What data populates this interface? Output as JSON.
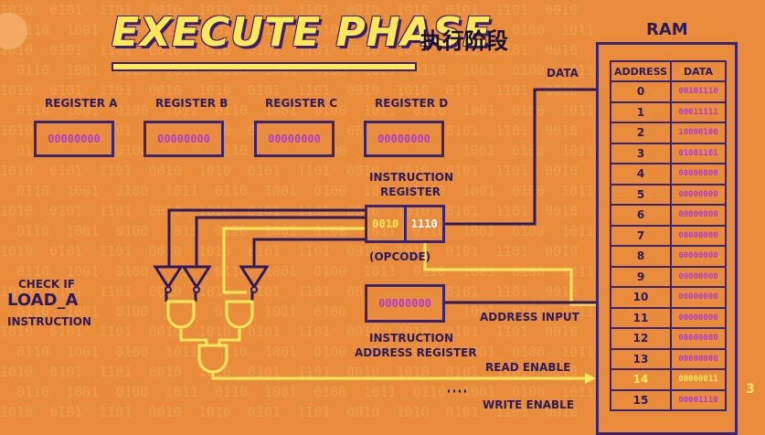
{
  "title": "EXECUTE PHASE",
  "subtitle_cn": "执行阶段",
  "registers": [
    {
      "label": "REGISTER A",
      "value": "00000000"
    },
    {
      "label": "REGISTER B",
      "value": "00000000"
    },
    {
      "label": "REGISTER C",
      "value": "00000000"
    },
    {
      "label": "REGISTER D",
      "value": "00000000"
    }
  ],
  "instruction_register": {
    "label_line1": "INSTRUCTION",
    "label_line2": "REGISTER",
    "opcode": "0010",
    "operand": "1110",
    "opcode_label": "(OPCODE)"
  },
  "instruction_address_register": {
    "value": "00000000",
    "label_line1": "INSTRUCTION",
    "label_line2": "ADDRESS REGISTER"
  },
  "check": {
    "line1": "CHECK IF",
    "line2": "LOAD_A",
    "line3": "INSTRUCTION"
  },
  "signals": {
    "data": "DATA",
    "address_input": "ADDRESS INPUT",
    "read_enable": "READ ENABLE",
    "write_enable": "WRITE ENABLE"
  },
  "ram": {
    "title": "RAM",
    "col_address": "ADDRESS",
    "col_data": "DATA",
    "rows": [
      {
        "address": "0",
        "data": "00101110"
      },
      {
        "address": "1",
        "data": "00011111"
      },
      {
        "address": "2",
        "data": "10000100"
      },
      {
        "address": "3",
        "data": "01001101"
      },
      {
        "address": "4",
        "data": "00000000"
      },
      {
        "address": "5",
        "data": "00000000"
      },
      {
        "address": "6",
        "data": "00000000"
      },
      {
        "address": "7",
        "data": "00000000"
      },
      {
        "address": "8",
        "data": "00000000"
      },
      {
        "address": "9",
        "data": "00000000"
      },
      {
        "address": "10",
        "data": "00000000"
      },
      {
        "address": "11",
        "data": "00000000"
      },
      {
        "address": "12",
        "data": "00000000"
      },
      {
        "address": "13",
        "data": "00000000"
      },
      {
        "address": "14",
        "data": "00000011"
      },
      {
        "address": "15",
        "data": "00001110"
      }
    ],
    "highlight_row": 14
  },
  "corner_number": "3",
  "colors": {
    "background": "#e98d3c",
    "wire_dark": "#2d1a5c",
    "wire_yellow": "#ffe85a",
    "value_purple": "#b13bd2"
  }
}
